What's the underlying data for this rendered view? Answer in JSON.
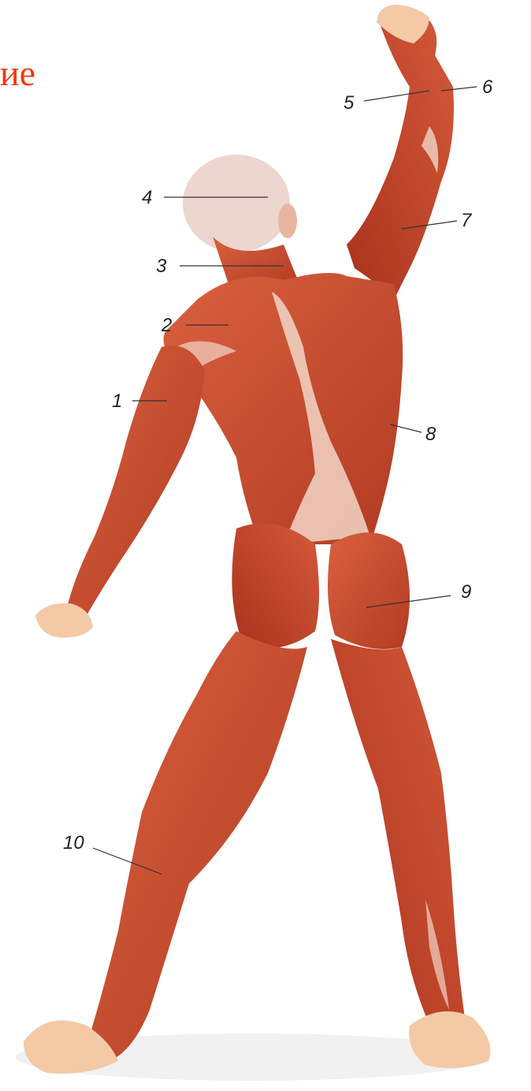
{
  "heading": {
    "text": "ие",
    "color": "#f0380c"
  },
  "figure": {
    "icon": "human-muscle-posterior-view",
    "colors": {
      "muscle": "#cf4f33",
      "muscle_dark": "#a8321c",
      "tendon": "#f2d6c8",
      "skin": "#f3c9a6",
      "head": "#ecd6cf"
    }
  },
  "callouts": [
    {
      "id": "1",
      "label": "1"
    },
    {
      "id": "2",
      "label": "2"
    },
    {
      "id": "3",
      "label": "3"
    },
    {
      "id": "4",
      "label": "4"
    },
    {
      "id": "5",
      "label": "5"
    },
    {
      "id": "6",
      "label": "6"
    },
    {
      "id": "7",
      "label": "7"
    },
    {
      "id": "8",
      "label": "8"
    },
    {
      "id": "9",
      "label": "9"
    },
    {
      "id": "10",
      "label": "10"
    }
  ]
}
